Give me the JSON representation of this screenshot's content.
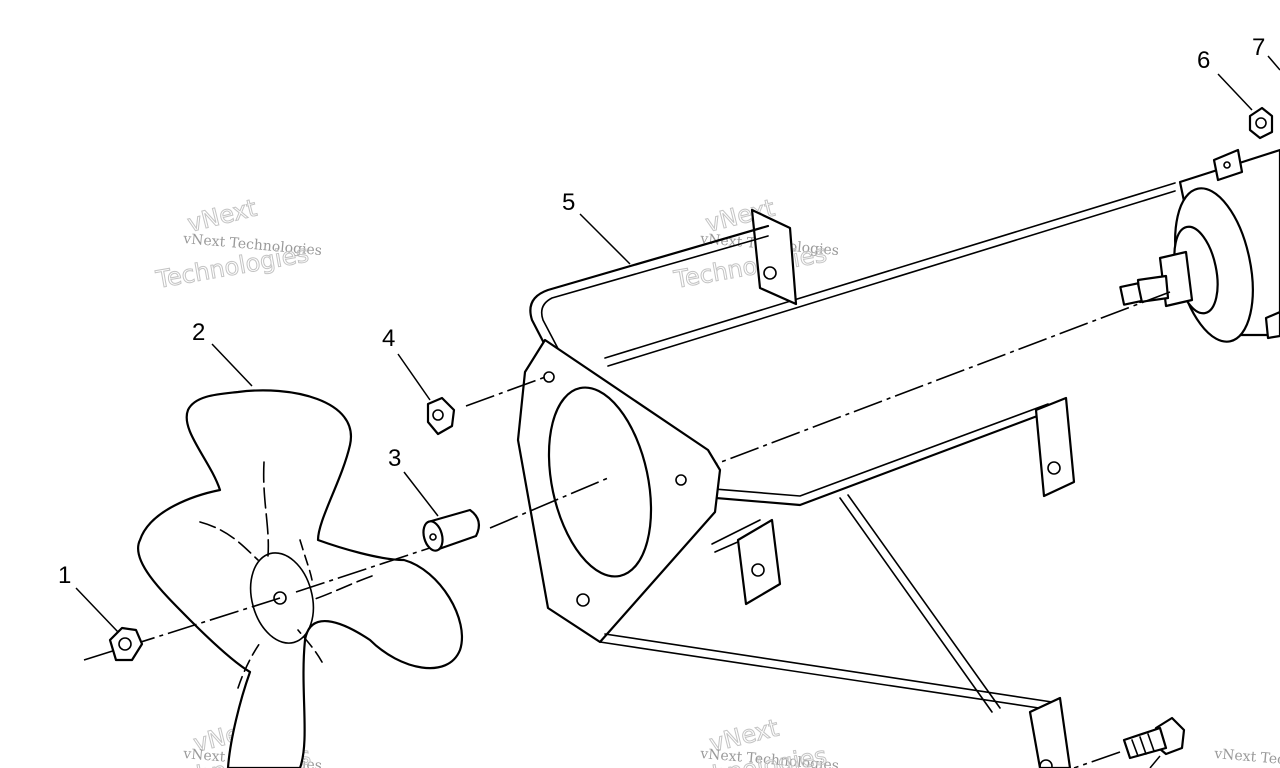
{
  "diagram": {
    "callouts": [
      {
        "id": "1",
        "label": "1"
      },
      {
        "id": "2",
        "label": "2"
      },
      {
        "id": "3",
        "label": "3"
      },
      {
        "id": "4",
        "label": "4"
      },
      {
        "id": "5",
        "label": "5"
      },
      {
        "id": "6",
        "label": "6"
      },
      {
        "id": "7",
        "label": "7"
      }
    ],
    "watermark": {
      "company_line": "vNext Technologies",
      "logo_word_1": "vNext",
      "logo_word_2": "Technologies"
    }
  }
}
